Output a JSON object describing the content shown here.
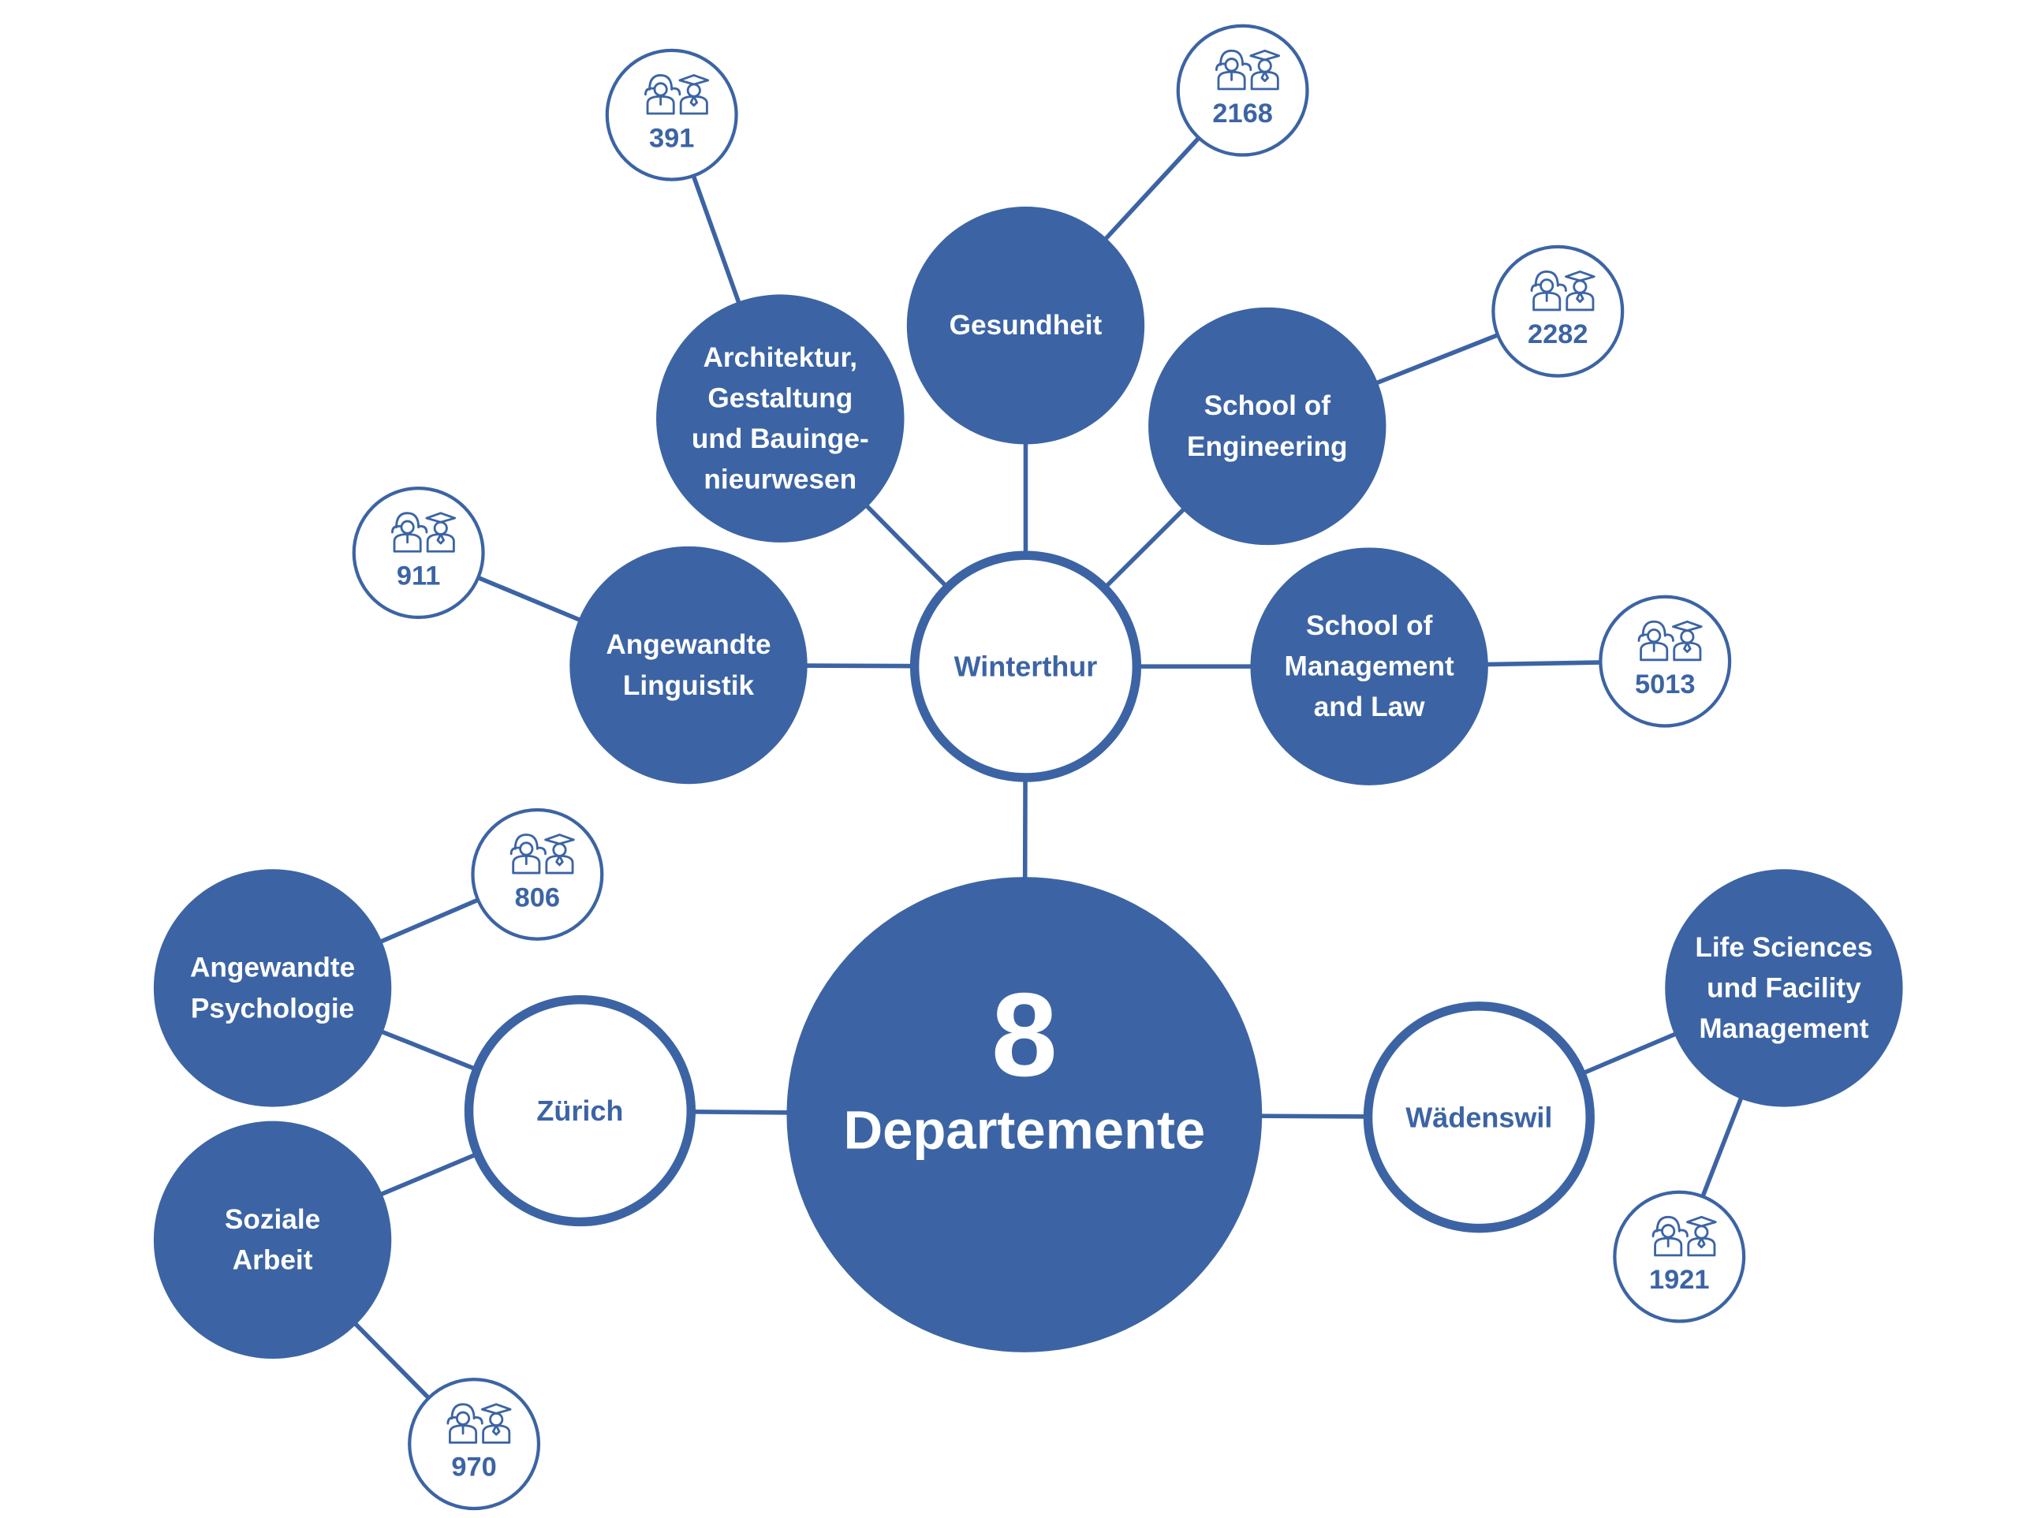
{
  "colors": {
    "primary": "#3c64a4",
    "on_primary": "#ffffff",
    "background": "#ffffff"
  },
  "center": {
    "number": "8",
    "label": "Departemente"
  },
  "locations": {
    "winterthur": "Winterthur",
    "zurich": "Zürich",
    "wadenswil": "Wädenswil"
  },
  "departments": {
    "architektur": [
      "Architektur,",
      "Gestaltung",
      "und Bauinge-",
      "nieurwesen"
    ],
    "gesundheit": [
      "Gesundheit"
    ],
    "engineering": [
      "School of",
      "Engineering"
    ],
    "linguistik": [
      "Angewandte",
      "Linguistik"
    ],
    "management": [
      "School of",
      "Management",
      "and Law"
    ],
    "psychologie": [
      "Angewandte",
      "Psychologie"
    ],
    "soziale": [
      "Soziale",
      "Arbeit"
    ],
    "lifesciences": [
      "Life Sciences",
      "und Facility",
      "Management"
    ]
  },
  "student_counts": {
    "architektur": "391",
    "gesundheit": "2168",
    "engineering": "2282",
    "linguistik": "911",
    "management": "5013",
    "psychologie": "806",
    "soziale": "970",
    "lifesciences": "1921"
  },
  "icons": {
    "students": "students-icon"
  }
}
